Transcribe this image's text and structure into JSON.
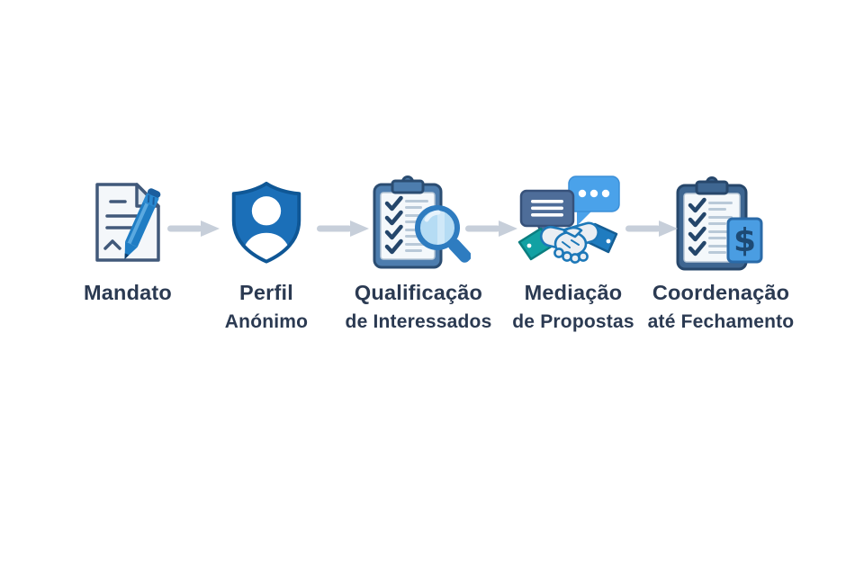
{
  "page": {
    "background": "#ffffff"
  },
  "colors": {
    "label_text": "#2b3a52",
    "arrow": "#c7cfda",
    "shield_blue": "#1b6fb8",
    "shield_border": "#0f5796",
    "pen_blue": "#1f7dc4",
    "document_outline": "#41597a",
    "clipboard_frame": "#4d7dae",
    "clipboard_frame_dark": "#3e6691",
    "clipboard_outline": "#2b4d72",
    "check_navy": "#24466b",
    "bubble_slate": "#4e6d99",
    "bubble_bright": "#4aa2ea",
    "sleeve_teal": "#12a1a3",
    "sleeve_blue": "#1f7cc0",
    "hand_fill": "#eaeef3",
    "hand_outline": "#1d78b8",
    "lens_fill": "#b5dcf4",
    "magnifier_rim": "#2e7cc0",
    "dollar_tag": "#4a9de2",
    "dollar_sign_color": "#1d4a74"
  },
  "steps": [
    {
      "id": "mandato",
      "icon": "signed-document-icon",
      "label_line1": "Mandato",
      "label_line2": ""
    },
    {
      "id": "perfil-anonimo",
      "icon": "anonymous-profile-shield-icon",
      "label_line1": "Perfil",
      "label_line2": "Anónimo"
    },
    {
      "id": "qualificacao",
      "icon": "checklist-magnifier-icon",
      "label_line1": "Qualificação",
      "label_line2": "de Interessados"
    },
    {
      "id": "mediacao",
      "icon": "chat-handshake-icon",
      "label_line1": "Mediação",
      "label_line2": "de Propostas"
    },
    {
      "id": "coordenacao",
      "icon": "checklist-payment-icon",
      "label_line1": "Coordenação",
      "label_line2": "até Fechamento",
      "badge_text": "$"
    }
  ]
}
